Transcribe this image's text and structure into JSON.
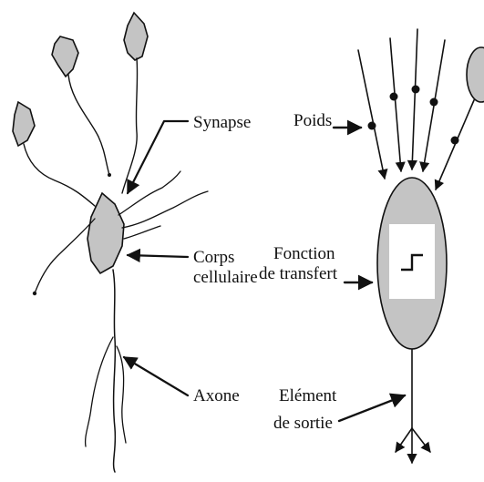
{
  "labels": {
    "synapse": "Synapse",
    "corps_line1": "Corps",
    "corps_line2": "cellulaire",
    "axone": "Axone",
    "poids": "Poids",
    "fonction_line1": "Fonction",
    "fonction_line2": "de transfert",
    "element_line1": "Elément",
    "element_line2": "de sortie"
  },
  "colors": {
    "cell_fill": "#c4c4c4",
    "ink": "#111111",
    "transfer_box": "#ffffff"
  },
  "icons": {
    "transfer_function": "step-function-icon"
  }
}
